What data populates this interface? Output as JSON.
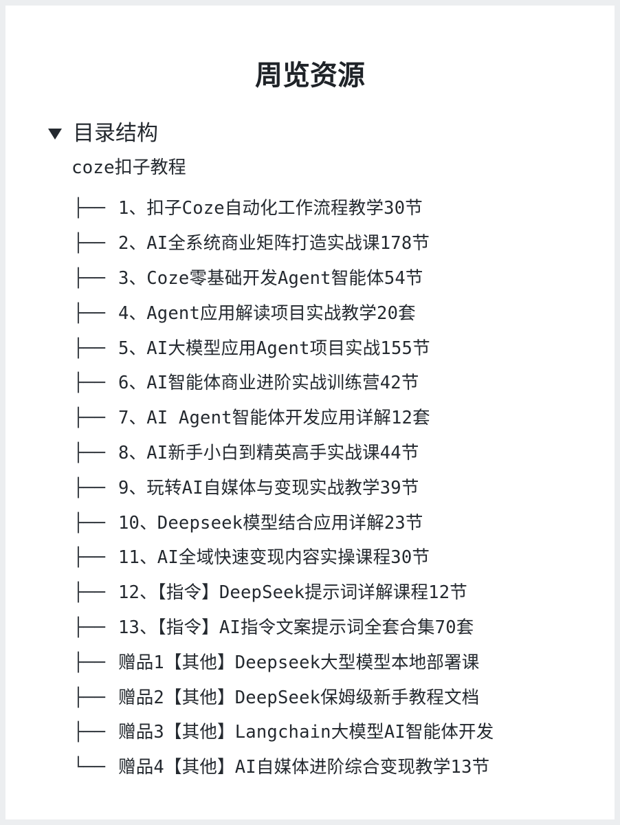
{
  "title": "周览资源",
  "section": {
    "label": "目录结构"
  },
  "tree": {
    "root": "coze扣子教程",
    "items": [
      {
        "branch": "├──",
        "label": "1、扣子Coze自动化工作流程教学30节"
      },
      {
        "branch": "├──",
        "label": "2、AI全系统商业矩阵打造实战课178节"
      },
      {
        "branch": "├──",
        "label": "3、Coze零基础开发Agent智能体54节"
      },
      {
        "branch": "├──",
        "label": "4、Agent应用解读项目实战教学20套"
      },
      {
        "branch": "├──",
        "label": "5、AI大模型应用Agent项目实战155节"
      },
      {
        "branch": "├──",
        "label": "6、AI智能体商业进阶实战训练营42节"
      },
      {
        "branch": "├──",
        "label": "7、AI Agent智能体开发应用详解12套"
      },
      {
        "branch": "├──",
        "label": "8、AI新手小白到精英高手实战课44节"
      },
      {
        "branch": "├──",
        "label": "9、玩转AI自媒体与变现实战教学39节"
      },
      {
        "branch": "├──",
        "label": "10、Deepseek模型结合应用详解23节"
      },
      {
        "branch": "├──",
        "label": "11、AI全域快速变现内容实操课程30节"
      },
      {
        "branch": "├──",
        "label": "12、【指令】DeepSeek提示词详解课程12节"
      },
      {
        "branch": "├──",
        "label": "13、【指令】AI指令文案提示词全套合集70套"
      },
      {
        "branch": "├──",
        "label": "赠品1【其他】Deepseek大型模型本地部署课"
      },
      {
        "branch": "├──",
        "label": "赠品2【其他】DeepSeek保姆级新手教程文档"
      },
      {
        "branch": "├──",
        "label": "赠品3【其他】Langchain大模型AI智能体开发"
      },
      {
        "branch": "└──",
        "label": "赠品4【其他】AI自媒体进阶综合变现教学13节"
      }
    ]
  }
}
